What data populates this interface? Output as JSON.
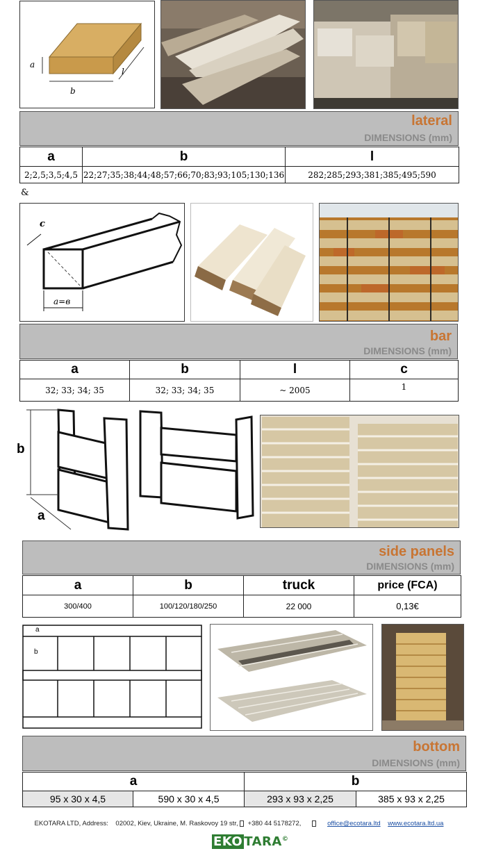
{
  "section1": {
    "diagram_labels": {
      "a": "a",
      "b": "b",
      "l": "l"
    },
    "title": "lateral",
    "subtitle": "DIMENSIONS (mm)",
    "headers": [
      "a",
      "b",
      "l"
    ],
    "values": [
      "2;2,5;3,5;4,5",
      "22;27;35;38;44;48;57;66;70;83;93;105;130;136",
      "282;285;293;381;385;495;590"
    ]
  },
  "ampersand": "&",
  "section2": {
    "diagram_labels": {
      "c": "c",
      "a_eq_b": "a=в"
    },
    "title": "bar",
    "subtitle": "DIMENSIONS (mm)",
    "headers": [
      "a",
      "b",
      "l",
      "c"
    ],
    "values": [
      "32; 33; 34; 35",
      "32; 33; 34; 35",
      "~ 2005",
      "1"
    ]
  },
  "section3": {
    "diagram_labels": {
      "a": "a",
      "b": "b"
    },
    "title": "side panels",
    "subtitle": "DIMENSIONS (mm)",
    "headers": [
      "a",
      "b",
      "truck",
      "price (FCA)"
    ],
    "values": [
      "300/400",
      "100/120/180/250",
      "22 000",
      "0,13€"
    ]
  },
  "section4": {
    "diagram_labels": {
      "a": "a",
      "b": "b"
    },
    "title": "bottom",
    "subtitle": "DIMENSIONS (mm)",
    "headers": [
      "a",
      "b"
    ],
    "values": [
      "95 x 30 x 4,5",
      "590 x 30 x 4,5",
      "293 x 93 x 2,25",
      "385 x 93 x 2,25"
    ]
  },
  "footer": {
    "company": "EKOTARA LTD, Address:",
    "address": "02002, Kiev, Ukraine, M. Raskovoy 19 str,",
    "phone_icon": "phone-icon",
    "phone": "+380 44 5178272,",
    "mail_icon": "mail-icon",
    "email": "office@ecotara.ltd",
    "website": "www.ecotara.ltd.ua"
  },
  "logo": {
    "part1": "EKO",
    "part2": "TARA",
    "mark": "©"
  }
}
